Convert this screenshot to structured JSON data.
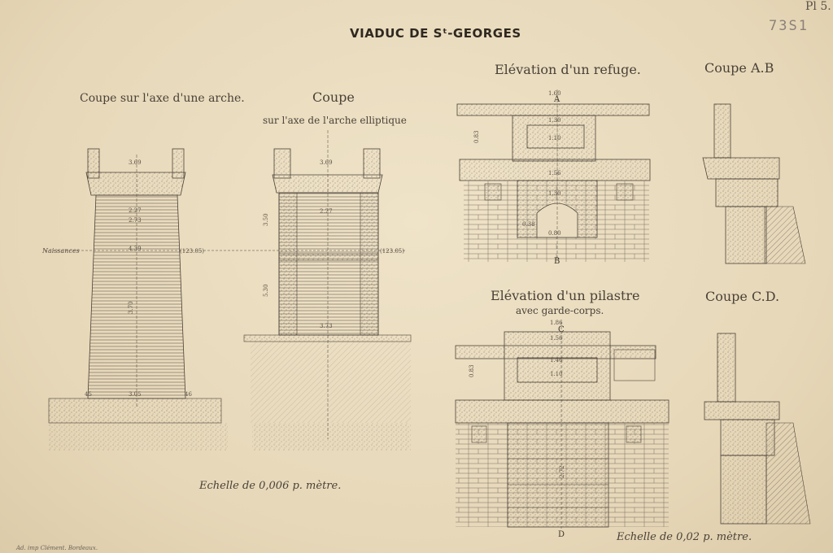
{
  "sheet": {
    "title": "VIADUC DE Sᵗ-GEORGES",
    "plate_number": "Pl 5.",
    "handwritten_ref": "73S1",
    "imprint": "Ad. imp Clément. Bordeaux."
  },
  "drawings": {
    "coupe_arche": {
      "title": "Coupe sur l'axe d'une arche.",
      "naissances_label": "Naissances",
      "level_left": "(123.05)",
      "level_right": "(123.05)"
    },
    "coupe_elliptique": {
      "title": "Coupe",
      "subtitle": "sur l'axe de l'arche elliptique"
    },
    "elev_refuge": {
      "title": "Elévation d'un refuge.",
      "mark_top": "A",
      "mark_bottom": "B"
    },
    "coupe_ab": {
      "title": "Coupe A.B"
    },
    "elev_pilastre": {
      "title": "Elévation d'un pilastre",
      "subtitle": "avec garde-corps.",
      "mark_top": "C",
      "mark_bottom": "D"
    },
    "coupe_cd": {
      "title": "Coupe C.D."
    }
  },
  "scales": {
    "left": "Echelle de 0,006 p. mètre.",
    "right": "Echelle de 0,02 p. mètre."
  },
  "dims": {
    "a1": "3.69",
    "a2": "2.27",
    "a3": "2.73",
    "a4": "4.39",
    "a5": "3.70",
    "a6": "3.05",
    "a7": "45",
    "a8": "46",
    "b1": "3.69",
    "b2": "2.27",
    "b3": "3.50",
    "b4": "5.30",
    "b5": "3.73",
    "r1": "1.60",
    "r2": "1.30",
    "r3": "0.83",
    "r4": "1.10",
    "r5": "1.56",
    "r6": "1.30",
    "r7": "0.80",
    "r8": "0.38",
    "p1": "1.86",
    "p2": "1.56",
    "p3": "1.46",
    "p4": "0.83",
    "p5": "2.72",
    "p6": "1.10"
  }
}
